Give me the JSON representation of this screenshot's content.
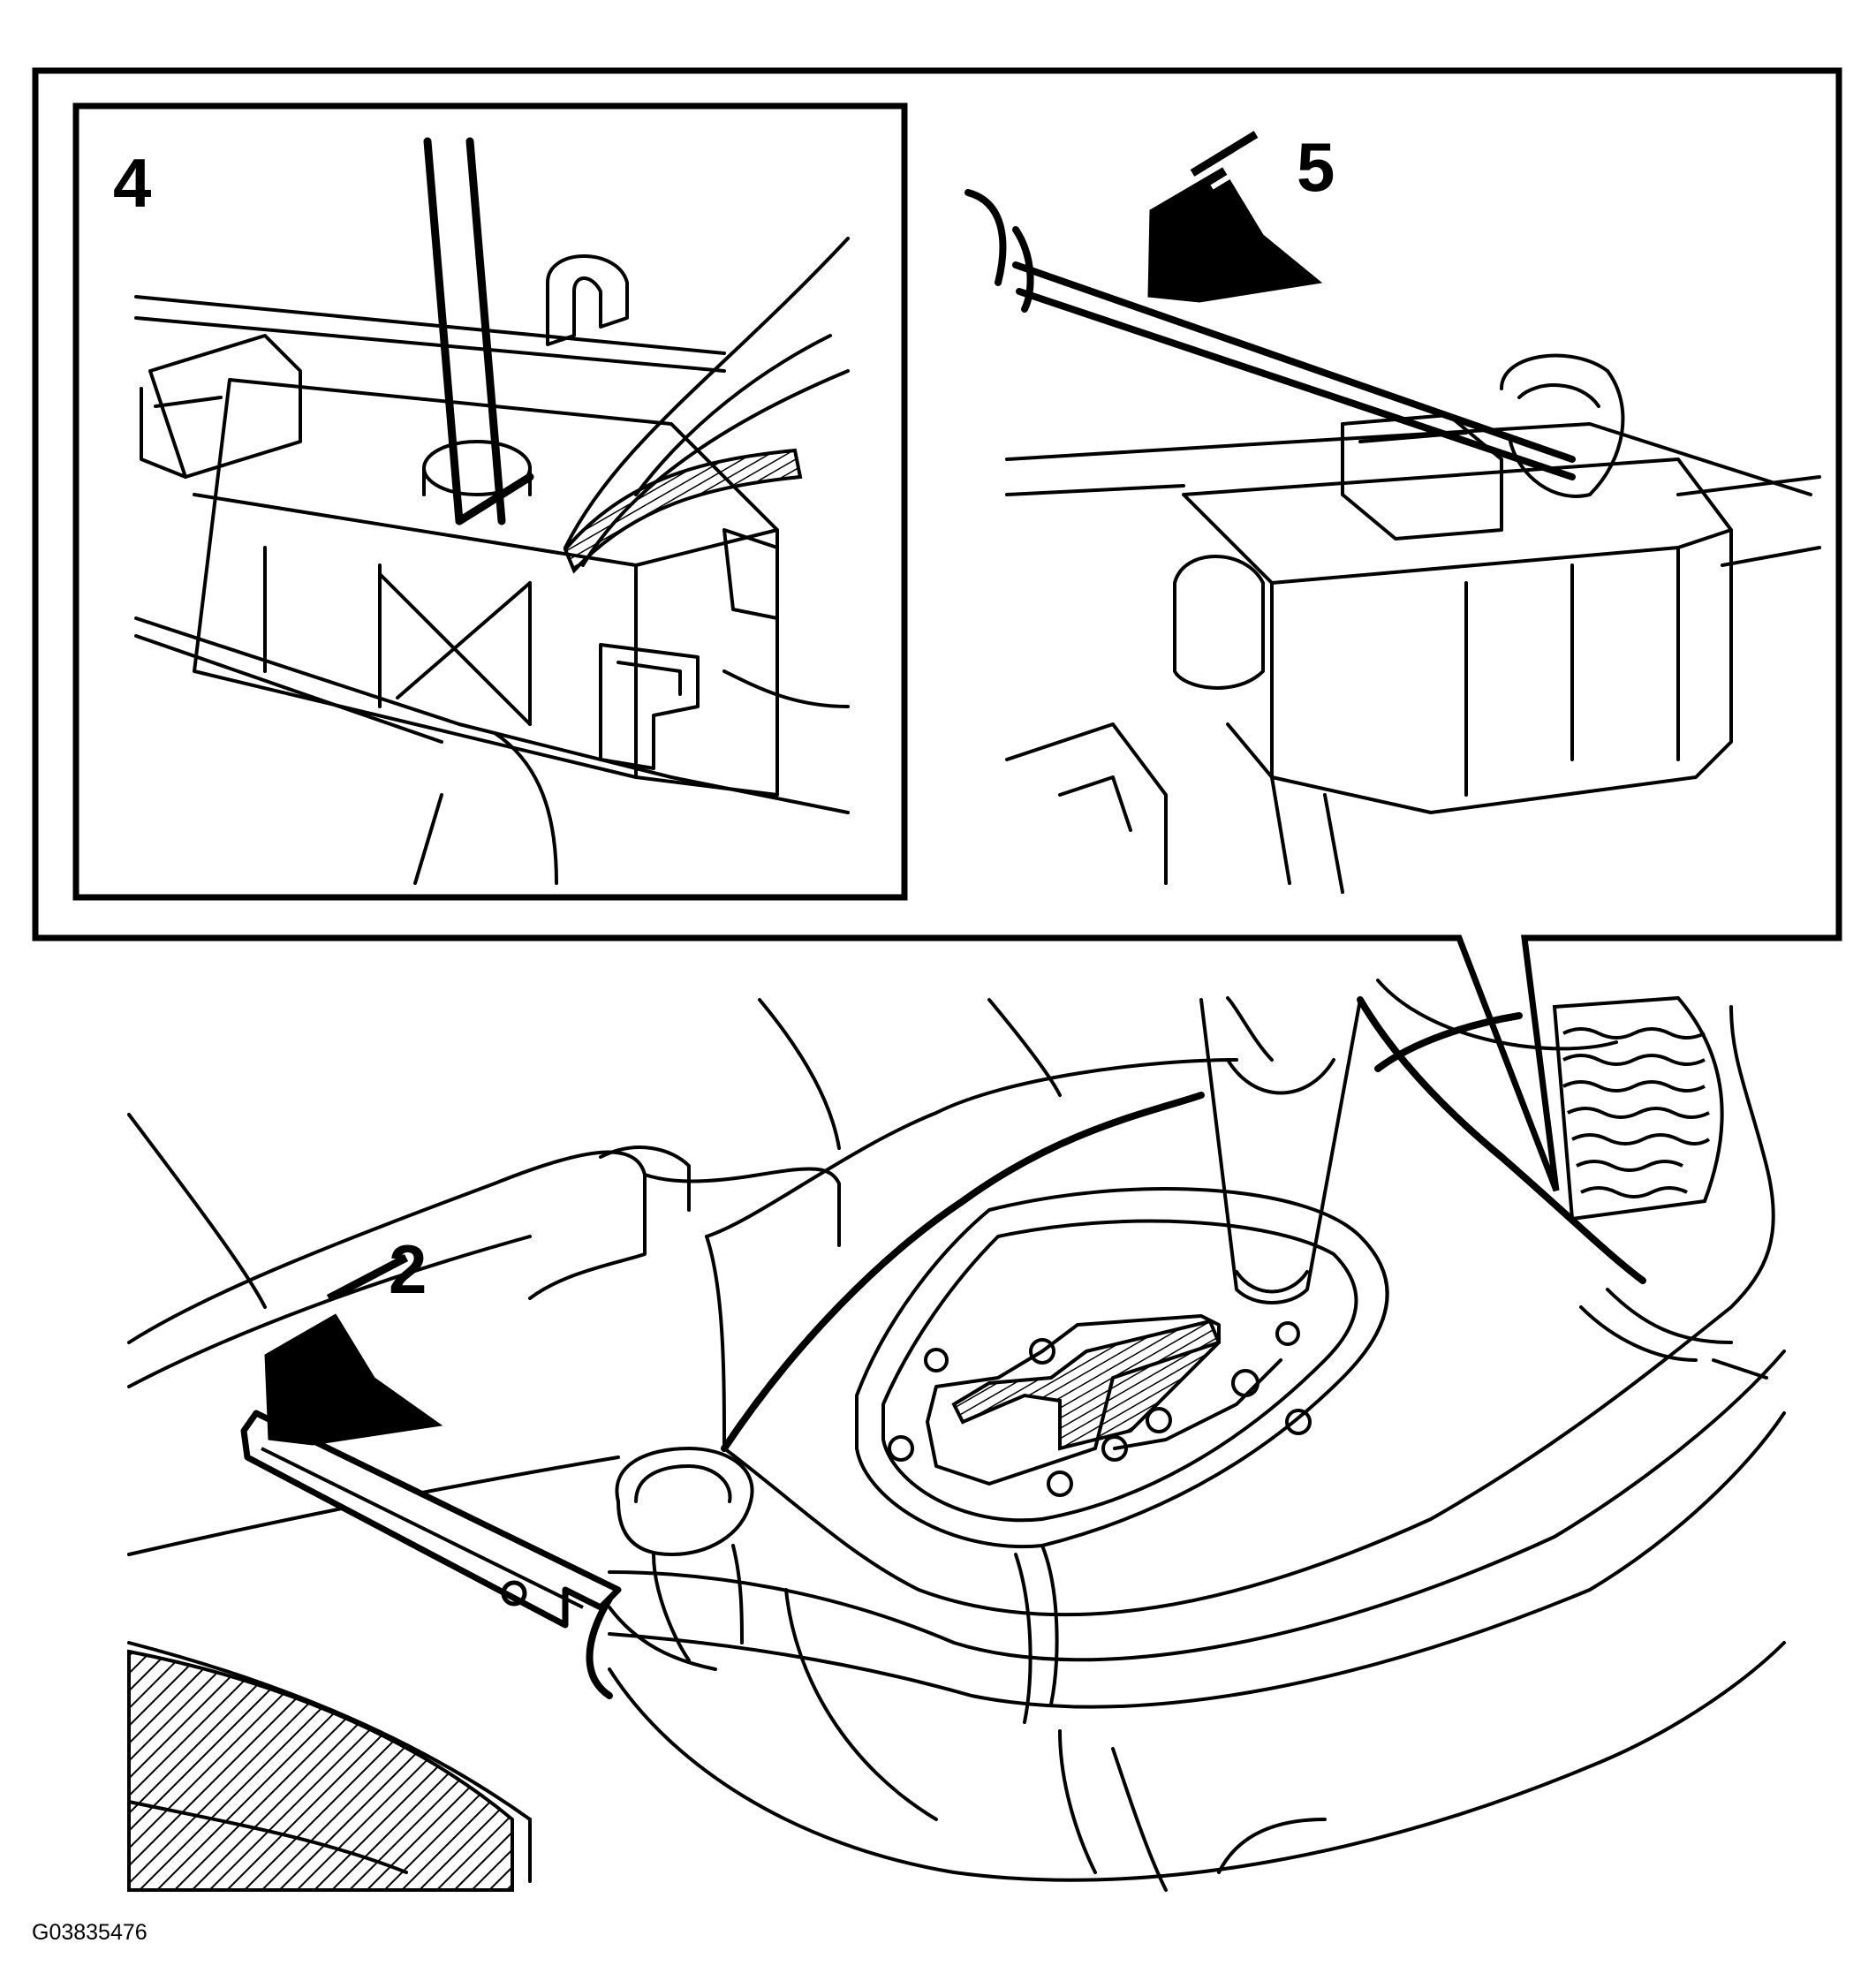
{
  "callouts": {
    "step_4": "4",
    "step_5": "5",
    "step_2": "2"
  },
  "figure_id": "G03835476",
  "colors": {
    "line": "#000000",
    "background": "#ffffff"
  }
}
